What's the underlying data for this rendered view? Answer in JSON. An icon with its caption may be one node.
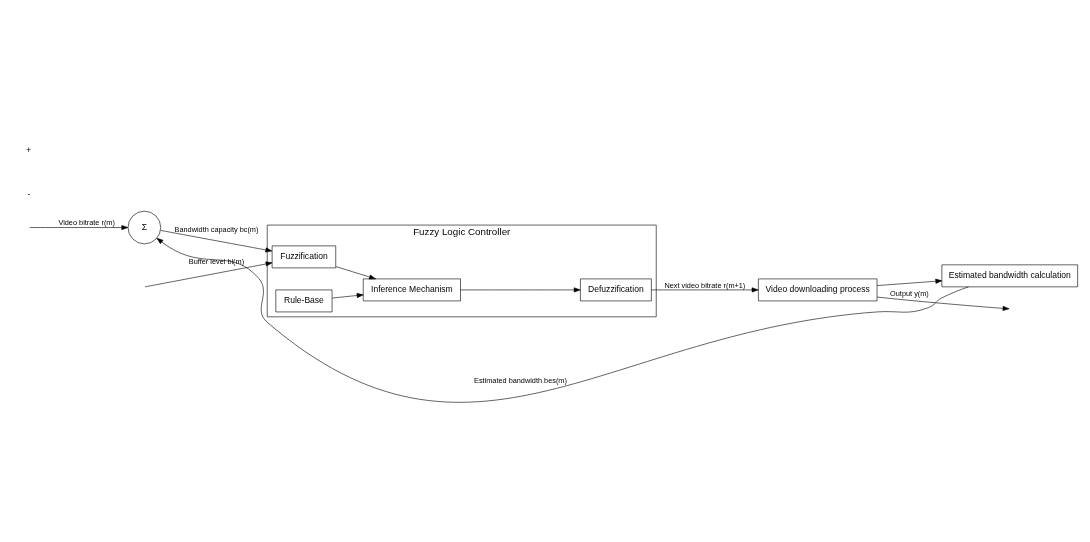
{
  "diagram": {
    "nodes": [
      {
        "text": [
          "Fuzzy Logic Controller"
        ]
      },
      {
        "text": [
          "Fuzzification"
        ],
        "in": 0
      },
      {
        "text": [
          "Inference Mechanism"
        ],
        "in": 0
      },
      {
        "text": [
          "Rule-Base"
        ],
        "in": 0
      },
      {
        "text": [
          "Defuzzification"
        ],
        "in": 0
      },
      {
        "text": [
          "Σ"
        ]
      },
      {
        "text": [
          "Video downloading process"
        ]
      },
      {
        "text": [
          "Estimated bandwidth calculation"
        ]
      }
    ],
    "edges": [
      {
        "from": null,
        "to": 5,
        "arrow": "to",
        "label": "Video bitrate r(m)"
      },
      {
        "from": 5,
        "to": 1,
        "arrow": "to",
        "label": "Bandwidth capacity bc(m)"
      },
      {
        "from": null,
        "to": 1,
        "arrow": "to",
        "label": "Buffer level bl(m)"
      },
      {
        "from": 1,
        "to": 2,
        "arrow": "to"
      },
      {
        "from": 3,
        "to": 2,
        "arrow": "to"
      },
      {
        "from": 2,
        "to": 4,
        "arrow": "to"
      },
      {
        "from": 4,
        "to": 6,
        "arrow": "to",
        "label": "Next video bitrate r(m+1)"
      },
      {
        "from": 6,
        "to": null,
        "arrow": "to",
        "label": "Output y(m)"
      },
      {
        "from": 6,
        "to": 7,
        "arrow": "to"
      },
      {
        "from": 7,
        "to": 5,
        "arrow": "to",
        "label": "Estimated bandwidth bes(m)"
      }
    ],
    "labels": [
      "-",
      "+"
    ]
  }
}
